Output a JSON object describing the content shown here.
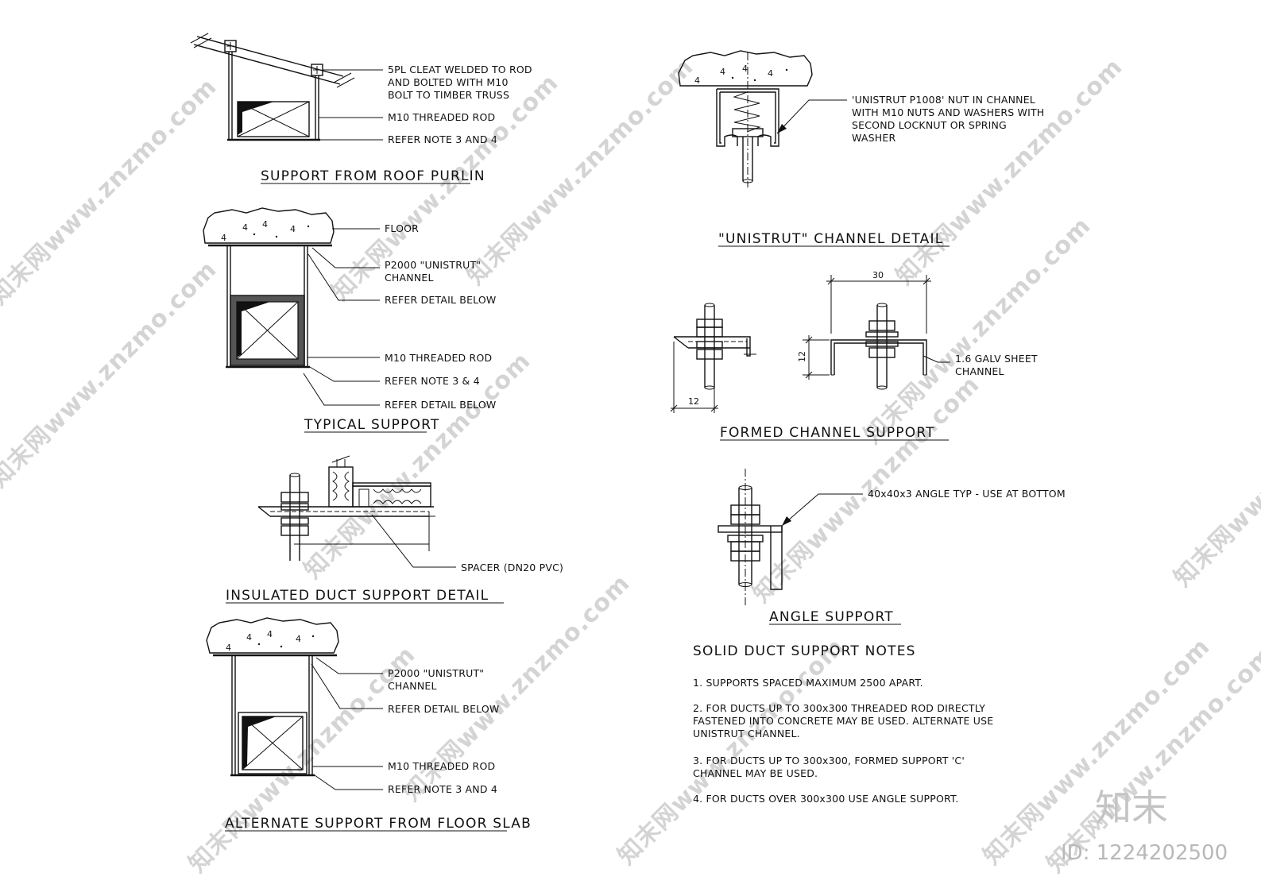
{
  "details": {
    "roof_purlin": {
      "title": "SUPPORT FROM ROOF PURLIN",
      "labels": [
        "5PL CLEAT WELDED TO ROD",
        "AND BOLTED WITH M10",
        "BOLT TO TIMBER TRUSS",
        "M10 THREADED ROD",
        "REFER NOTE 3 AND 4"
      ]
    },
    "typical": {
      "title": "TYPICAL SUPPORT",
      "labels": [
        "FLOOR",
        "P2000 \"UNISTRUT\"",
        "CHANNEL",
        "REFER DETAIL BELOW",
        "M10 THREADED ROD",
        "REFER NOTE 3 & 4",
        "REFER DETAIL BELOW"
      ]
    },
    "insulated": {
      "title": "INSULATED DUCT SUPPORT DETAIL",
      "labels": [
        "SPACER (DN20 PVC)"
      ]
    },
    "alternate": {
      "title": "ALTERNATE SUPPORT FROM FLOOR SLAB",
      "labels": [
        "P2000 \"UNISTRUT\"",
        "CHANNEL",
        "REFER DETAIL BELOW",
        "M10 THREADED ROD",
        "REFER NOTE 3 AND 4"
      ]
    },
    "unistrut": {
      "title": "\"UNISTRUT\" CHANNEL DETAIL",
      "labels": [
        "'UNISTRUT P1008' NUT IN CHANNEL",
        "WITH M10 NUTS AND WASHERS WITH",
        "SECOND LOCKNUT OR SPRING",
        "WASHER"
      ]
    },
    "formed": {
      "title": "FORMED CHANNEL SUPPORT",
      "labels": [
        "1.6 GALV SHEET",
        "CHANNEL"
      ],
      "dims": [
        "30",
        "12",
        "12"
      ]
    },
    "angle": {
      "title": "ANGLE SUPPORT",
      "labels": [
        "40x40x3 ANGLE TYP - USE AT BOTTOM"
      ]
    }
  },
  "notes": {
    "heading": "SOLID DUCT SUPPORT NOTES",
    "items": [
      [
        "1.   SUPPORTS SPACED MAXIMUM 2500 APART."
      ],
      [
        "2.   FOR DUCTS UP TO 300x300 THREADED ROD DIRECTLY",
        "FASTENED INTO CONCRETE MAY BE USED.   ALTERNATE USE",
        "UNISTRUT CHANNEL."
      ],
      [
        "3.   FOR DUCTS UP TO 300x300, FORMED SUPPORT 'C'",
        "CHANNEL MAY BE USED."
      ],
      [
        "4.   FOR DUCTS OVER 300x300 USE ANGLE SUPPORT."
      ]
    ]
  },
  "watermark": {
    "text": "知末网www.znzmo.com",
    "brand": "知末",
    "id": "ID: 1224202500"
  }
}
